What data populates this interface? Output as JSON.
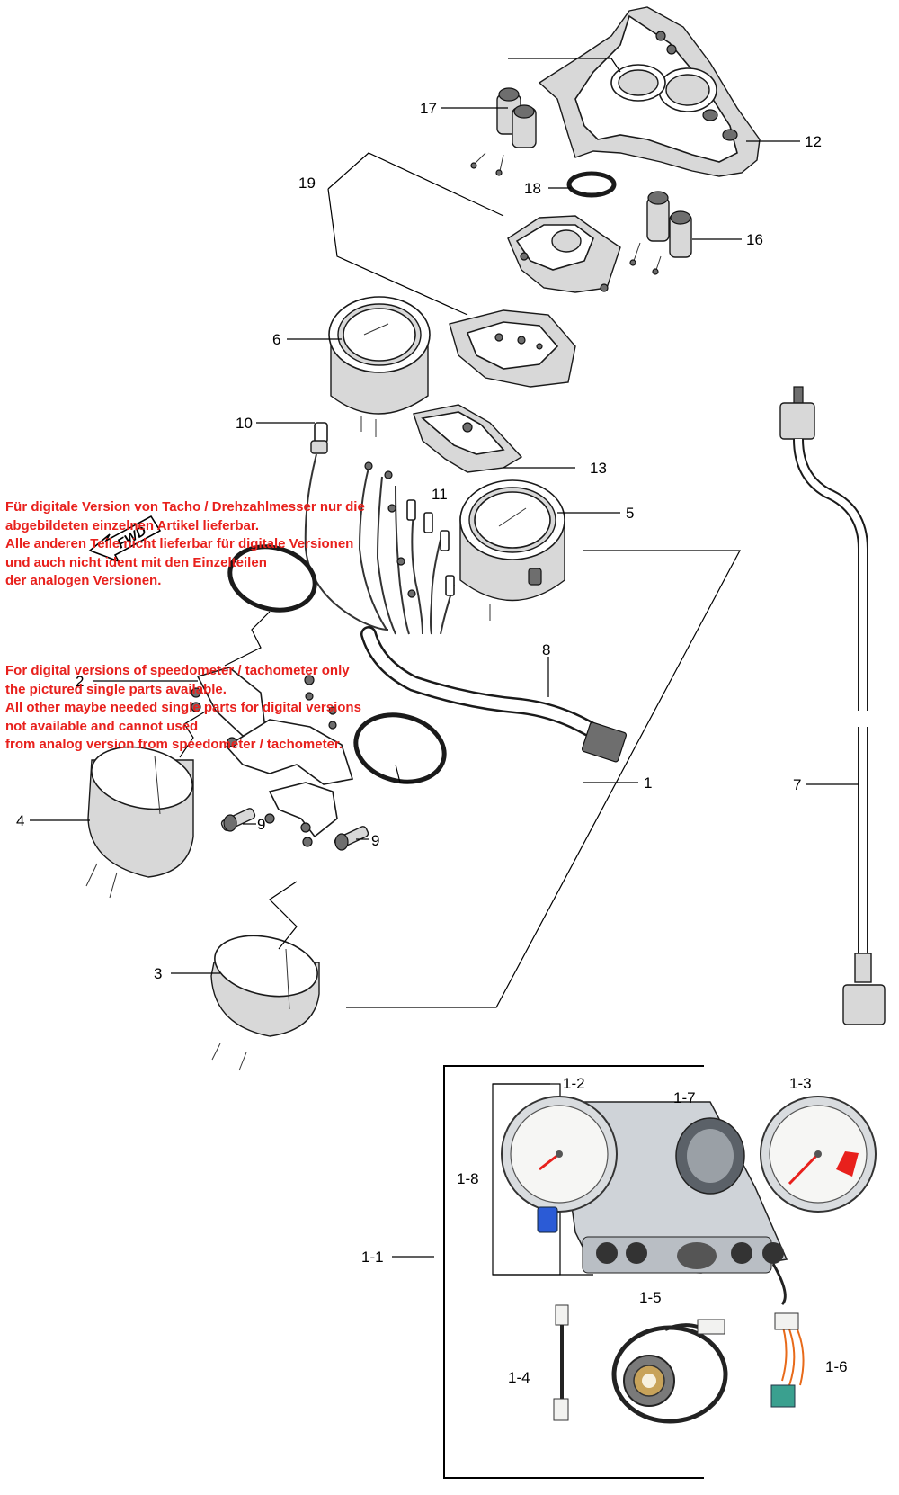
{
  "callouts": {
    "c17": "17",
    "c12": "12",
    "c19": "19",
    "c18": "18",
    "c16": "16",
    "c6": "6",
    "c10": "10",
    "c13": "13",
    "c11": "11",
    "c5": "5",
    "c8": "8",
    "c2": "2",
    "c1": "1",
    "c4": "4",
    "c9a": "9",
    "c9b": "9",
    "c7": "7",
    "c3": "3",
    "c1_2": "1-2",
    "c1_3": "1-3",
    "c1_7": "1-7",
    "c1_8": "1-8",
    "c1_1": "1-1",
    "c1_5": "1-5",
    "c1_4": "1-4",
    "c1_6": "1-6"
  },
  "fwd_label": "FWD",
  "note_de": {
    "line1": "Für digitale Version von Tacho / Drehzahlmesser nur die",
    "line2": "abgebildeten einzelnen Artikel lieferbar.",
    "line3": "Alle anderen Teile nicht lieferbar für digitale Versionen",
    "line4": "und auch nicht ident mit den Einzelteilen",
    "line5": "der analogen Versionen."
  },
  "note_en": {
    "line1": "For digital versions of speedometer / tachometer only",
    "line2": "the pictured single parts available.",
    "line3": "All other maybe needed single parts for digital versions",
    "line4": "not available and cannot used",
    "line5": "from analog version from speedometer / tachometer."
  },
  "colors": {
    "note_text": "#e8201c",
    "redline": "#e8201c",
    "connector_blue": "#2b5bd6",
    "connector_green": "#3aa08f",
    "wire_orange": "#e86a1a"
  }
}
